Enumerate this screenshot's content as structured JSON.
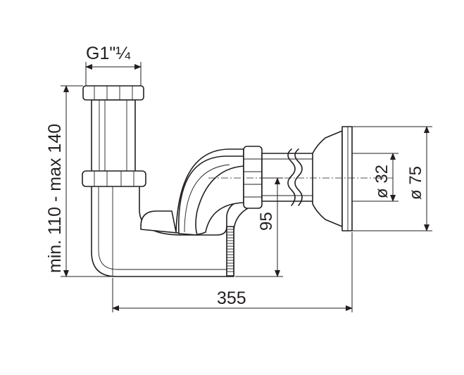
{
  "dimensions": {
    "thread_size": "G1\"¼",
    "height_range": "min. 110 - max 140",
    "horizontal_length": "355",
    "seal_height": "95",
    "outlet_diameter": "ø 32",
    "rosette_diameter": "ø 75"
  },
  "colors": {
    "line": "#231f20",
    "background": "#ffffff"
  }
}
